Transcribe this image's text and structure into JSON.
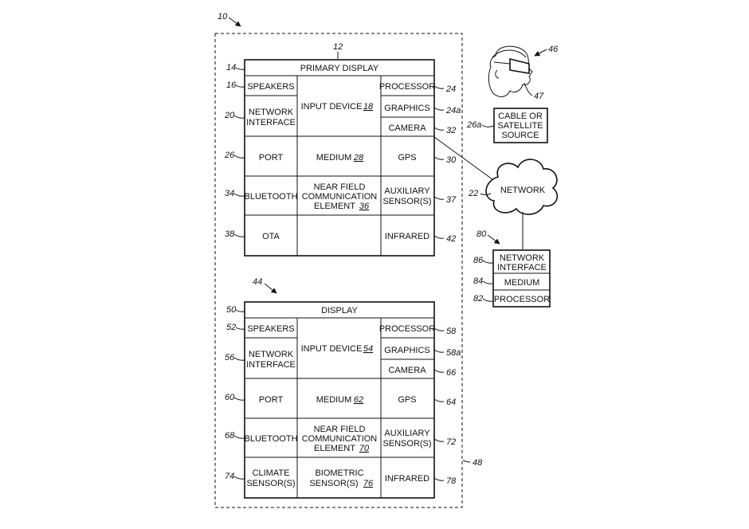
{
  "refs": {
    "system": "10",
    "device1": "12",
    "device2": "44",
    "boundary": "48",
    "server": "80",
    "network": "22",
    "cable": "26a",
    "headset": "46",
    "headset_eye": "47"
  },
  "device1": {
    "title": "PRIMARY DISPLAY",
    "title_ref": "14",
    "speakers": "SPEAKERS",
    "speakers_ref": "16",
    "net_if_1": "NETWORK",
    "net_if_2": "INTERFACE",
    "net_if_ref": "20",
    "input_device": "INPUT DEVICE",
    "input_device_num": "18",
    "processor": "PROCESSOR",
    "processor_ref": "24",
    "graphics": "GRAPHICS",
    "graphics_ref": "24a",
    "camera": "CAMERA",
    "camera_ref": "32",
    "port": "PORT",
    "port_ref": "26",
    "medium": "MEDIUM",
    "medium_num": "28",
    "gps": "GPS",
    "gps_ref": "30",
    "bluetooth": "BLUETOOTH",
    "bluetooth_ref": "34",
    "nfc_1": "NEAR FIELD",
    "nfc_2": "COMMUNICATION",
    "nfc_3": "ELEMENT",
    "nfc_num": "36",
    "aux_1": "AUXILIARY",
    "aux_2": "SENSOR(S)",
    "aux_ref": "37",
    "ota": "OTA",
    "ota_ref": "38",
    "infrared": "INFRARED",
    "infrared_ref": "42"
  },
  "device2": {
    "title": "DISPLAY",
    "title_ref": "50",
    "speakers": "SPEAKERS",
    "speakers_ref": "52",
    "net_if_1": "NETWORK",
    "net_if_2": "INTERFACE",
    "net_if_ref": "56",
    "input_device": "INPUT DEVICE",
    "input_device_num": "54",
    "processor": "PROCESSOR",
    "processor_ref": "58",
    "graphics": "GRAPHICS",
    "graphics_ref": "58a",
    "camera": "CAMERA",
    "camera_ref": "66",
    "port": "PORT",
    "port_ref": "60",
    "medium": "MEDIUM",
    "medium_num": "62",
    "gps": "GPS",
    "gps_ref": "64",
    "bluetooth": "BLUETOOTH",
    "bluetooth_ref": "68",
    "nfc_1": "NEAR FIELD",
    "nfc_2": "COMMUNICATION",
    "nfc_3": "ELEMENT",
    "nfc_num": "70",
    "aux_1": "AUXILIARY",
    "aux_2": "SENSOR(S)",
    "aux_ref": "72",
    "climate_1": "CLIMATE",
    "climate_2": "SENSOR(S)",
    "climate_ref": "74",
    "bio_1": "BIOMETRIC",
    "bio_2": "SENSOR(S)",
    "bio_num": "76",
    "infrared": "INFRARED",
    "infrared_ref": "78"
  },
  "server": {
    "net_if_1": "NETWORK",
    "net_if_2": "INTERFACE",
    "net_if_ref": "86",
    "medium": "MEDIUM",
    "medium_ref": "84",
    "processor": "PROCESSOR",
    "processor_ref": "82"
  },
  "network_label": "NETWORK",
  "cable": {
    "l1": "CABLE OR",
    "l2": "SATELLITE",
    "l3": "SOURCE"
  }
}
